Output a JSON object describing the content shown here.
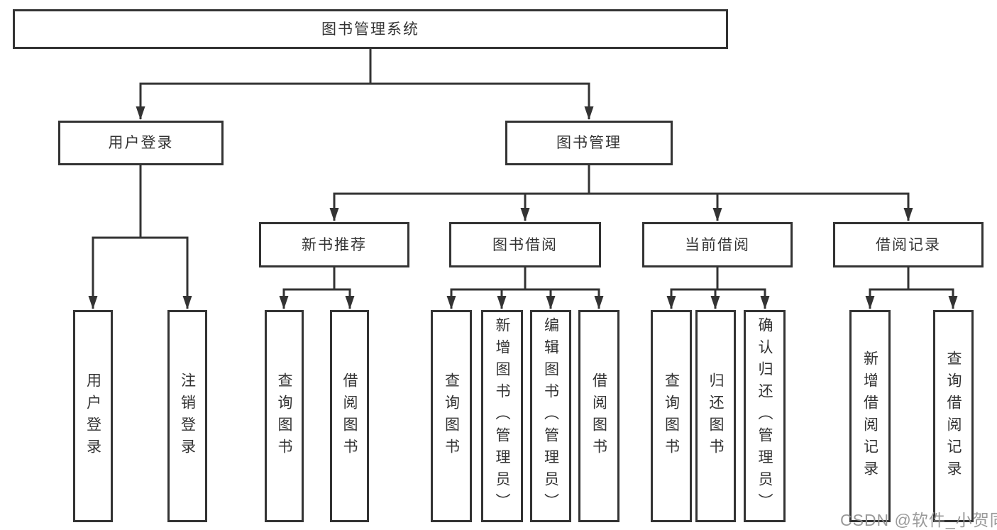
{
  "tree": {
    "root": {
      "label": "图书管理系统",
      "children": [
        {
          "label": "用户登录",
          "children": [
            {
              "label": "用户登录"
            },
            {
              "label": "注销登录"
            }
          ]
        },
        {
          "label": "图书管理",
          "children": [
            {
              "label": "新书推荐",
              "children": [
                {
                  "label": "查询图书"
                },
                {
                  "label": "借阅图书"
                }
              ]
            },
            {
              "label": "图书借阅",
              "children": [
                {
                  "label": "查询图书"
                },
                {
                  "label": "新增图书（管理员）"
                },
                {
                  "label": "编辑图书（管理员）"
                },
                {
                  "label": "借阅图书"
                }
              ]
            },
            {
              "label": "当前借阅",
              "children": [
                {
                  "label": "查询图书"
                },
                {
                  "label": "归还图书"
                },
                {
                  "label": "确认归还（管理员）"
                }
              ]
            },
            {
              "label": "借阅记录",
              "children": [
                {
                  "label": "新增借阅记录"
                },
                {
                  "label": "查询借阅记录"
                }
              ]
            }
          ]
        }
      ]
    }
  },
  "watermark": {
    "text": "CSDN @软件_小贺同学"
  },
  "colors": {
    "line": "#333333",
    "box_border": "#333333",
    "text": "#333333",
    "watermark_text": "#8f8f8f",
    "background": "#ffffff"
  }
}
